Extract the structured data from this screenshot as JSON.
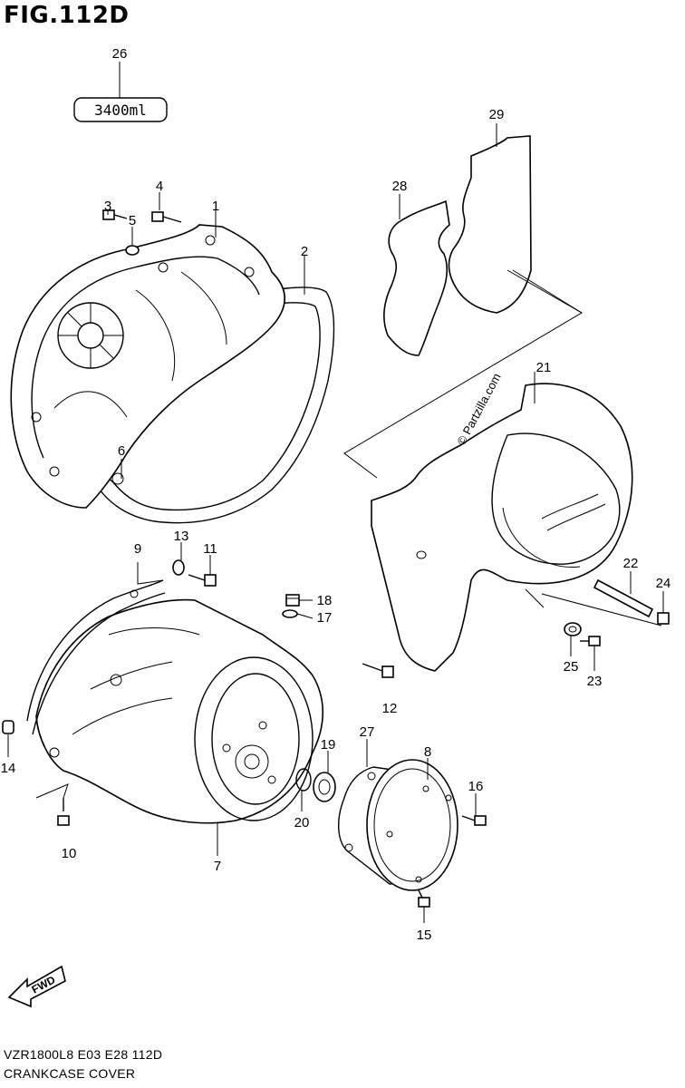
{
  "figure": {
    "title": "FIG.112D",
    "model_code": "VZR1800L8  E03  E28  112D",
    "name": "CRANKCASE COVER",
    "watermark": "© Partzilla.com",
    "fwd_label": "FWD",
    "label_26_text": "3400ml"
  },
  "callouts": [
    {
      "number": "1"
    },
    {
      "number": "2"
    },
    {
      "number": "3"
    },
    {
      "number": "4"
    },
    {
      "number": "5"
    },
    {
      "number": "6"
    },
    {
      "number": "7"
    },
    {
      "number": "8"
    },
    {
      "number": "9"
    },
    {
      "number": "10"
    },
    {
      "number": "11"
    },
    {
      "number": "12"
    },
    {
      "number": "13"
    },
    {
      "number": "14"
    },
    {
      "number": "15"
    },
    {
      "number": "16"
    },
    {
      "number": "17"
    },
    {
      "number": "18"
    },
    {
      "number": "19"
    },
    {
      "number": "20"
    },
    {
      "number": "21"
    },
    {
      "number": "22"
    },
    {
      "number": "23"
    },
    {
      "number": "24"
    },
    {
      "number": "25"
    },
    {
      "number": "26"
    },
    {
      "number": "27"
    },
    {
      "number": "28"
    },
    {
      "number": "29"
    }
  ]
}
